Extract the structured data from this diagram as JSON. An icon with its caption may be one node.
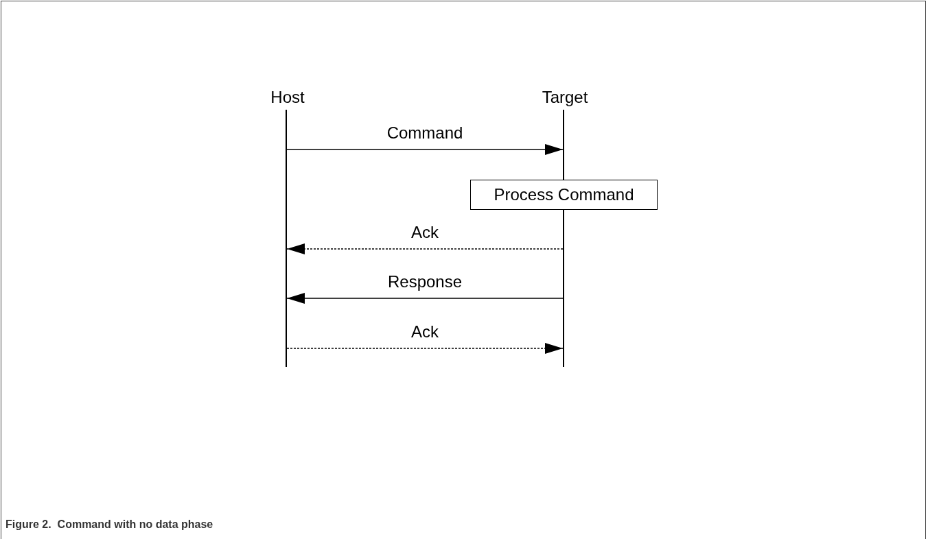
{
  "diagram": {
    "caption": "Figure 2.  Command with no data phase",
    "nodes": [
      {
        "text": [
          "Host"
        ]
      },
      {
        "text": [
          "Target"
        ]
      },
      {
        "text": [
          "Process Command"
        ]
      }
    ],
    "edges": [
      {
        "from": 0,
        "to": 1,
        "arrow": "to",
        "label": "Command"
      },
      {
        "from": 1,
        "to": 0,
        "arrow": "to",
        "label": "Ack",
        "style": "dashed"
      },
      {
        "from": 1,
        "to": 0,
        "arrow": "to",
        "label": "Response"
      },
      {
        "from": 0,
        "to": 1,
        "arrow": "to",
        "label": "Ack",
        "style": "dashed"
      }
    ]
  }
}
